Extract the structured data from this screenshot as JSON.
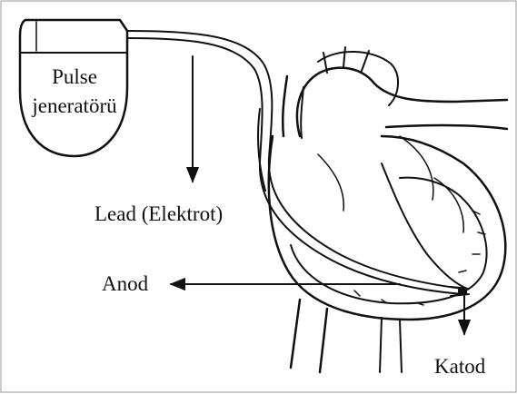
{
  "labels": {
    "generator_line1": "Pulse",
    "generator_line2": "jeneratörü",
    "lead": "Lead (Elektrot)",
    "anode": "Anod",
    "cathode": "Katod"
  },
  "colors": {
    "ink": "#111111",
    "background": "#ffffff"
  }
}
